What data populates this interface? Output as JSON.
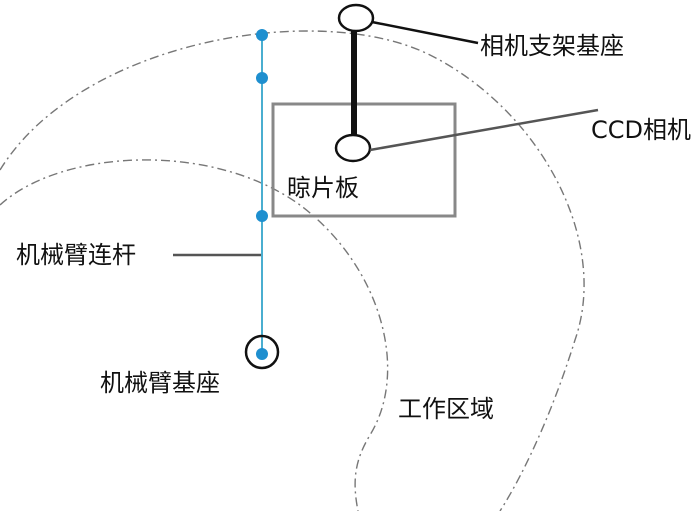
{
  "labels": {
    "camera_mount_base": "相机支架基座",
    "ccd_camera": "CCD相机",
    "drying_plate": "晾片板",
    "arm_link": "机械臂连杆",
    "arm_base": "机械臂基座",
    "work_area": "工作区域"
  },
  "colors": {
    "arm": "#4aaed0",
    "joint": "#1e8fcf",
    "outline": "#111111",
    "plate_border": "#888888",
    "leader": "#555555",
    "work_area_boundary": "#777777"
  }
}
